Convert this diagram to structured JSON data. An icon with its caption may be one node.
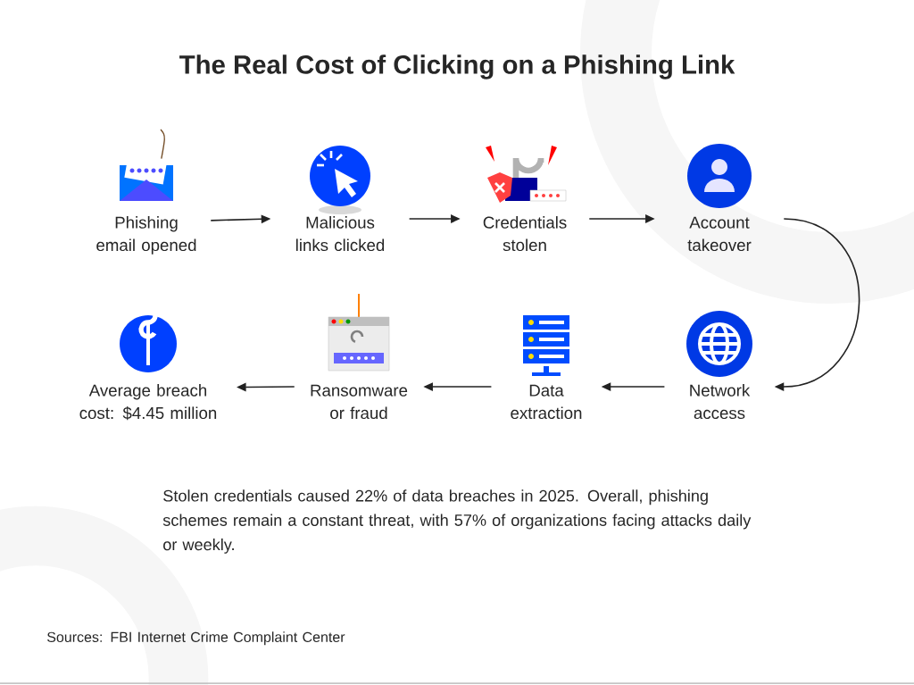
{
  "diagram": {
    "title": "The Real Cost of Clicking on a Phishing Link",
    "nodes": [
      {
        "text": [
          "Phishing email opened"
        ]
      },
      {
        "text": [
          "Malicious links clicked"
        ]
      },
      {
        "text": [
          "Credentials stolen"
        ]
      },
      {
        "text": [
          "Account takeover"
        ]
      },
      {
        "text": [
          "Network access"
        ]
      },
      {
        "text": [
          "Data extraction"
        ]
      },
      {
        "text": [
          "Ransomware or fraud"
        ]
      },
      {
        "text": [
          "Average breach cost: $4.45 million"
        ]
      }
    ],
    "edges": [
      {
        "from": 0,
        "to": 1,
        "arrow": "to"
      },
      {
        "from": 1,
        "to": 2,
        "arrow": "to"
      },
      {
        "from": 2,
        "to": 3,
        "arrow": "to"
      },
      {
        "from": 3,
        "to": 4,
        "arrow": "to"
      },
      {
        "from": 4,
        "to": 5,
        "arrow": "to"
      },
      {
        "from": 5,
        "to": 6,
        "arrow": "to"
      },
      {
        "from": 6,
        "to": 7,
        "arrow": "to"
      }
    ],
    "labels": [
      "Stolen credentials caused 22% of data breaches in 2025. Overall, phishing schemes remain a constant threat, with 57% of organizations facing attacks daily or weekly.",
      "Sources: FBI Internet Crime Complaint Center"
    ]
  }
}
